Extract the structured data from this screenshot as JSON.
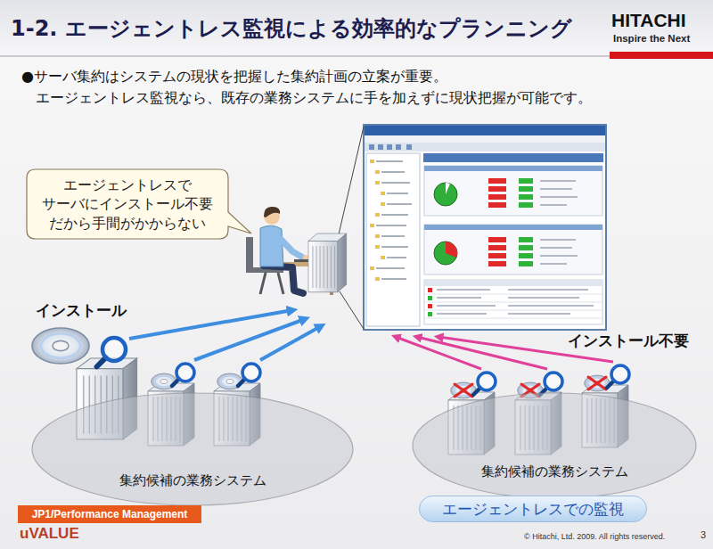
{
  "diagram": {
    "title": "1-2. エージェントレス監視による効率的なプランニング",
    "nodes": [
      {
        "text": [
          "エージェントレスで サーバにインストール不要 だから手間がかからない"
        ]
      },
      {
        "text": [
          "集約候補の業務システム"
        ]
      },
      {
        "text": [
          "集約候補の業務システム"
        ]
      },
      {
        "text": [
          "エージェントレスでの監視"
        ]
      },
      {
        "text": [
          "JP1/Performance Management"
        ]
      }
    ],
    "labels": [
      "HITACHI",
      "Inspire the Next",
      "●サーバ集約はシステムの現状を把握した集約計画の立案が重要。 エージェントレス監視なら、既存の業務システムに手を加えずに現状把握が可能です。",
      "インストール",
      "インストール不要",
      "uVALUE",
      "© Hitachi, Ltd. 2009. All rights reserved.",
      "3"
    ]
  }
}
